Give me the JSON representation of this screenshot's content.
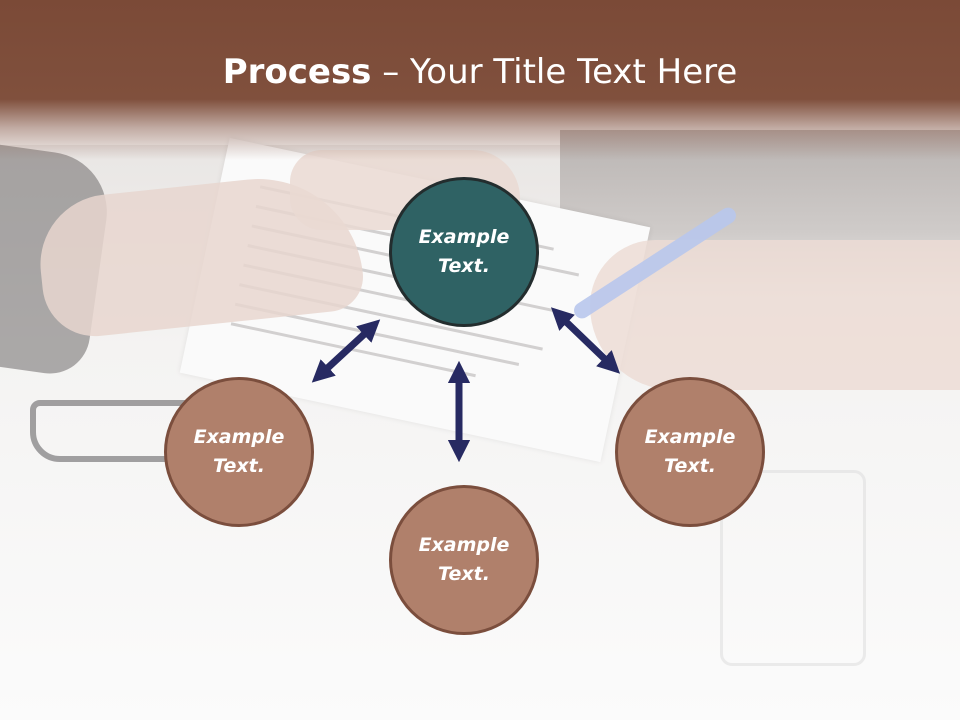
{
  "title": {
    "bold": "Process",
    "rest": " – Your Title Text Here"
  },
  "nodes": {
    "center": "Example\nText.",
    "left": "Example\nText.",
    "right": "Example\nText.",
    "bottom": "Example\nText."
  },
  "colors": {
    "header": "#7b4a37",
    "center_fill": "#2f6264",
    "outer_fill": "#b0806b",
    "arrow": "#272a62"
  }
}
